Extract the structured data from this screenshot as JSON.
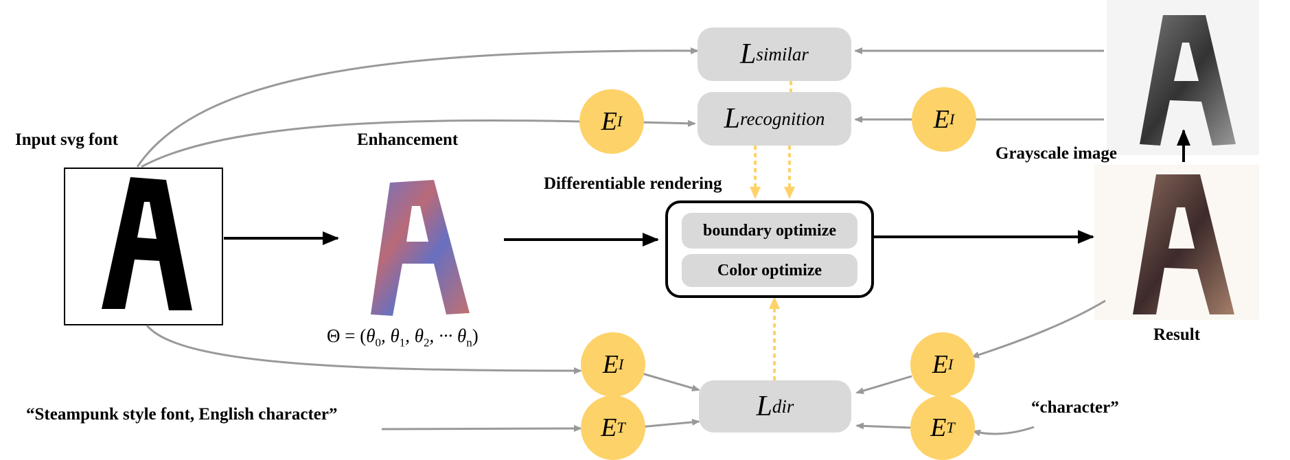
{
  "labels": {
    "input_svg_font": "Input svg font",
    "enhancement": "Enhancement",
    "differentiable_rendering": "Differentiable rendering",
    "grayscale_image": "Grayscale image",
    "result": "Result",
    "text_prompt": "“Steampunk style font, English character”",
    "char_prompt": "“character”"
  },
  "theta_formula": {
    "lhs": "Θ = (",
    "items": [
      "θ",
      "0",
      ", θ",
      "1",
      ", θ",
      "2",
      ", ··· θ",
      "n",
      ")"
    ]
  },
  "losses": {
    "similar": {
      "main": "L",
      "sub": "similar"
    },
    "recognition": {
      "main": "L",
      "sub": "recognition"
    },
    "dir": {
      "main": "L",
      "sub": "dir"
    }
  },
  "encoders": {
    "image": {
      "main": "E",
      "sub": "I"
    },
    "text": {
      "main": "E",
      "sub": "T"
    }
  },
  "optimizer": {
    "boundary": "boundary optimize",
    "color": "Color optimize"
  },
  "glyph": {
    "letter": "A"
  },
  "colors": {
    "box_gray": "#d9d9d9",
    "encoder_yellow": "#fdd268",
    "dashed_orange": "#fdd268",
    "arrow_gray": "#999999"
  }
}
